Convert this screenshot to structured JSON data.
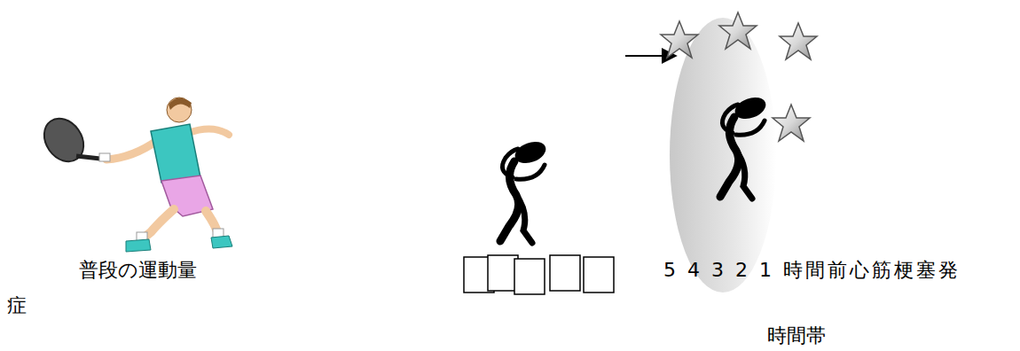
{
  "diagram": {
    "labels": [
      "普段の運動量",
      "5 4 3 2 1 時間前心筋梗塞発",
      "症",
      "時間帯"
    ]
  }
}
